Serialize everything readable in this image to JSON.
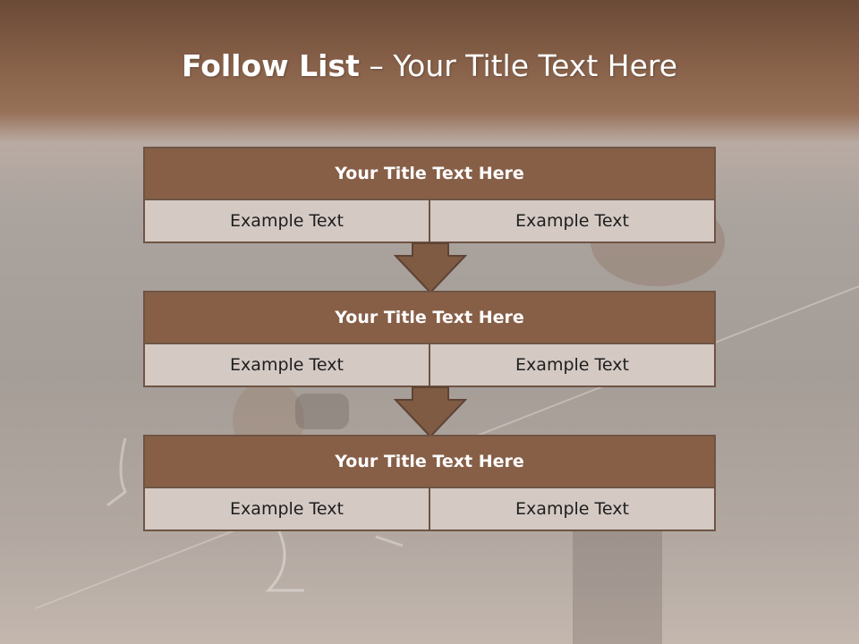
{
  "slide": {
    "title_bold": "Follow List",
    "title_rest": " – Your Title Text Here"
  },
  "blocks": [
    {
      "title": "Your Title Text Here",
      "left": "Example Text",
      "right": "Example Text"
    },
    {
      "title": "Your Title Text Here",
      "left": "Example Text",
      "right": "Example Text"
    },
    {
      "title": "Your Title Text Here",
      "left": "Example Text",
      "right": "Example Text"
    }
  ],
  "colors": {
    "header_fill": "#875f47",
    "cell_fill": "#d4c9c3",
    "border": "#6e5444",
    "arrow": "#7f5b44"
  }
}
